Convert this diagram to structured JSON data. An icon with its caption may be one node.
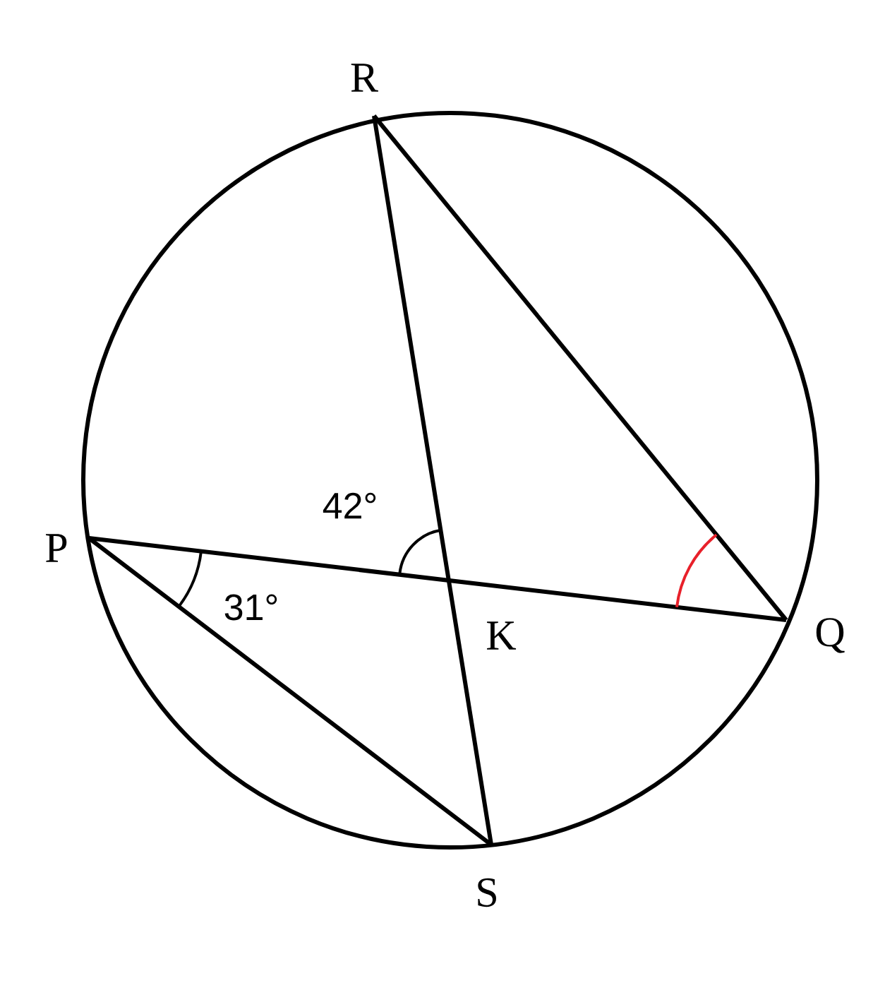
{
  "diagram": {
    "nodes": [
      {
        "text": [
          "R"
        ]
      },
      {
        "text": [
          "P"
        ]
      },
      {
        "text": [
          "K"
        ]
      },
      {
        "text": [
          "Q"
        ]
      },
      {
        "text": [
          "S"
        ]
      }
    ],
    "edges": [
      {
        "from": 0,
        "to": 4,
        "arrow": "none"
      },
      {
        "from": 0,
        "to": 3,
        "arrow": "none"
      },
      {
        "from": 1,
        "to": 3,
        "arrow": "none"
      },
      {
        "from": 1,
        "to": 4,
        "arrow": "none"
      }
    ],
    "labels": [
      "42°",
      "31°"
    ]
  }
}
